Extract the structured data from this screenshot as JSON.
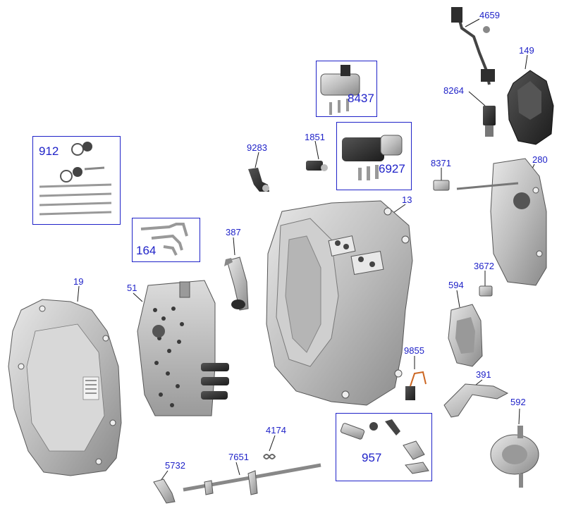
{
  "colors": {
    "callout": "#1f22c8",
    "part_fill": "#c9c9c9",
    "part_dark": "#2c2c2c",
    "part_mid": "#8d8d8d",
    "leader": "#1a1a1a"
  },
  "parts": [
    {
      "id": "p4659",
      "label": "4659",
      "icon": "wiring-harness-icon"
    },
    {
      "id": "p149",
      "label": "149",
      "icon": "gear-selector-cover-icon"
    },
    {
      "id": "p8264",
      "label": "8264",
      "icon": "position-sensor-icon"
    },
    {
      "id": "p8437",
      "label": "8437",
      "icon": "solenoid-kit-icon",
      "kit": true
    },
    {
      "id": "p9283",
      "label": "9283",
      "icon": "speed-sensor-icon"
    },
    {
      "id": "p1851",
      "label": "1851",
      "icon": "speed-sensor-icon"
    },
    {
      "id": "p6927",
      "label": "6927",
      "icon": "solenoid-kit-icon",
      "kit": true
    },
    {
      "id": "p8371",
      "label": "8371",
      "icon": "pressure-switch-icon"
    },
    {
      "id": "p280",
      "label": "280",
      "icon": "end-cover-icon"
    },
    {
      "id": "p912",
      "label": "912",
      "icon": "rod-seal-kit-icon",
      "kit": true
    },
    {
      "id": "p13",
      "label": "13",
      "icon": "transmission-case-icon"
    },
    {
      "id": "p387",
      "label": "387",
      "icon": "park-lever-icon"
    },
    {
      "id": "p164",
      "label": "164",
      "icon": "cooler-tube-kit-icon",
      "kit": true
    },
    {
      "id": "p3672",
      "label": "3672",
      "icon": "pressure-switch-icon"
    },
    {
      "id": "p594",
      "label": "594",
      "icon": "pump-housing-icon"
    },
    {
      "id": "p19",
      "label": "19",
      "icon": "converter-housing-icon"
    },
    {
      "id": "p51",
      "label": "51",
      "icon": "valve-body-icon"
    },
    {
      "id": "p9855",
      "label": "9855",
      "icon": "harness-connector-icon"
    },
    {
      "id": "p391",
      "label": "391",
      "icon": "mount-bracket-icon"
    },
    {
      "id": "p592",
      "label": "592",
      "icon": "filter-pump-icon"
    },
    {
      "id": "p4174",
      "label": "4174",
      "icon": "spring-icon"
    },
    {
      "id": "p957",
      "label": "957",
      "icon": "park-pawl-kit-icon",
      "kit": true
    },
    {
      "id": "p5732",
      "label": "5732",
      "icon": "detent-lever-icon"
    },
    {
      "id": "p7651",
      "label": "7651",
      "icon": "shift-shaft-icon"
    }
  ]
}
